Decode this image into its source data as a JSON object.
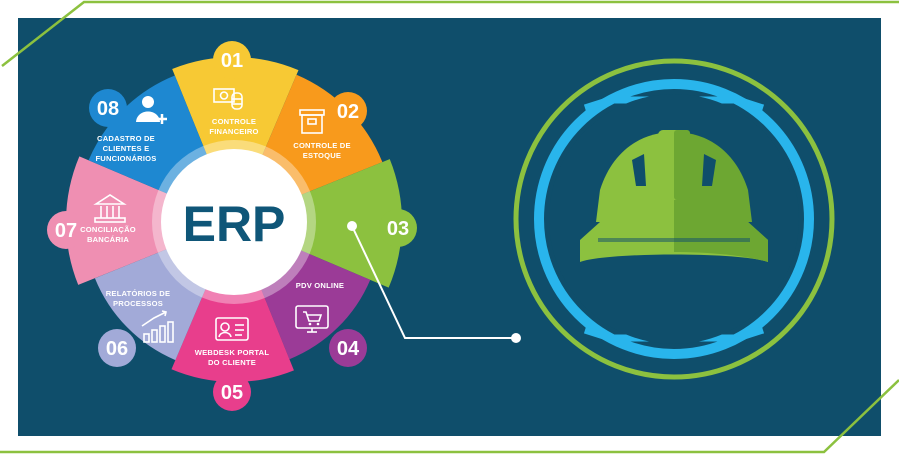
{
  "center_label": "ERP",
  "segments": [
    {
      "number": "01",
      "lines": [
        "CONTROLE",
        "FINANCEIRO"
      ],
      "color": "#f7c934",
      "icon": "money-icon"
    },
    {
      "number": "02",
      "lines": [
        "CONTROLE DE",
        "ESTOQUE"
      ],
      "color": "#f89a1c",
      "icon": "box-icon"
    },
    {
      "number": "03",
      "lines": [],
      "color": "#8cc13f",
      "icon": ""
    },
    {
      "number": "04",
      "lines": [
        "PDV ONLINE"
      ],
      "color": "#9b3b97",
      "icon": "cart-monitor-icon"
    },
    {
      "number": "05",
      "lines": [
        "WEBDESK PORTAL",
        "DO CLIENTE"
      ],
      "color": "#e83e8c",
      "icon": "id-card-icon"
    },
    {
      "number": "06",
      "lines": [
        "RELATÓRIOS DE",
        "PROCESSOS"
      ],
      "color": "#a2aad8",
      "icon": "growth-chart-icon"
    },
    {
      "number": "07",
      "lines": [
        "CONCILIAÇÃO",
        "BANCÁRIA"
      ],
      "color": "#ef8fb2",
      "icon": "bank-icon"
    },
    {
      "number": "08",
      "lines": [
        "CADASTRO DE",
        "CLIENTES E",
        "FUNCIONÁRIOS"
      ],
      "color": "#1e88d1",
      "icon": "add-user-icon"
    }
  ],
  "colors": {
    "background": "#0f4e6b",
    "frame_line": "#8cc13f",
    "ring_blue": "#29b5ec",
    "ring_green": "#8cc13f",
    "helmet_light": "#8cc13f",
    "helmet_dark": "#6da732"
  }
}
